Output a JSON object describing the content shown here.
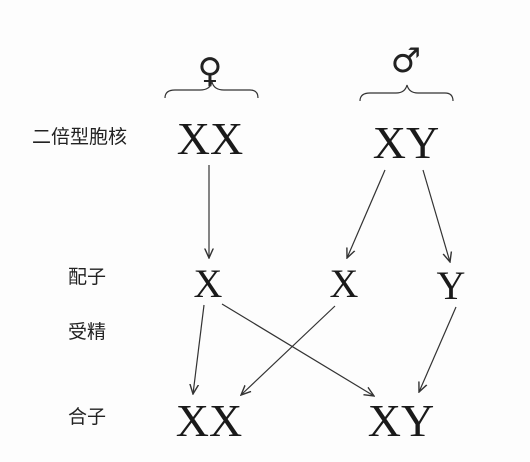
{
  "symbols": {
    "female": "♀",
    "male": "♂"
  },
  "labels": {
    "diploid_nucleus": "二倍型胞核",
    "gametes": "配子",
    "fertilization": "受精",
    "zygote": "合子"
  },
  "nodes": {
    "parent_female": "XX",
    "parent_male": "XY",
    "gamete_female_x": "X",
    "gamete_male_x": "X",
    "gamete_male_y": "Y",
    "zygote_female": "XX",
    "zygote_male": "XY"
  }
}
